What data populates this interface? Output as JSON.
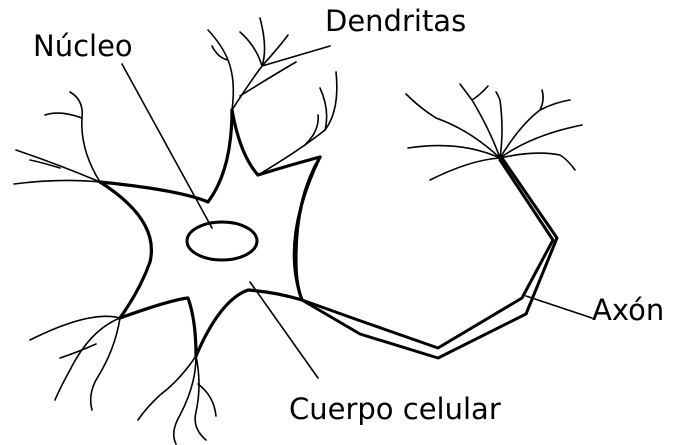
{
  "labels": {
    "nucleus": "Núcleo",
    "dendrites": "Dendritas",
    "cell_body": "Cuerpo celular",
    "axon": "Axón"
  },
  "colors": {
    "stroke": "#000000",
    "background": "#ffffff"
  }
}
